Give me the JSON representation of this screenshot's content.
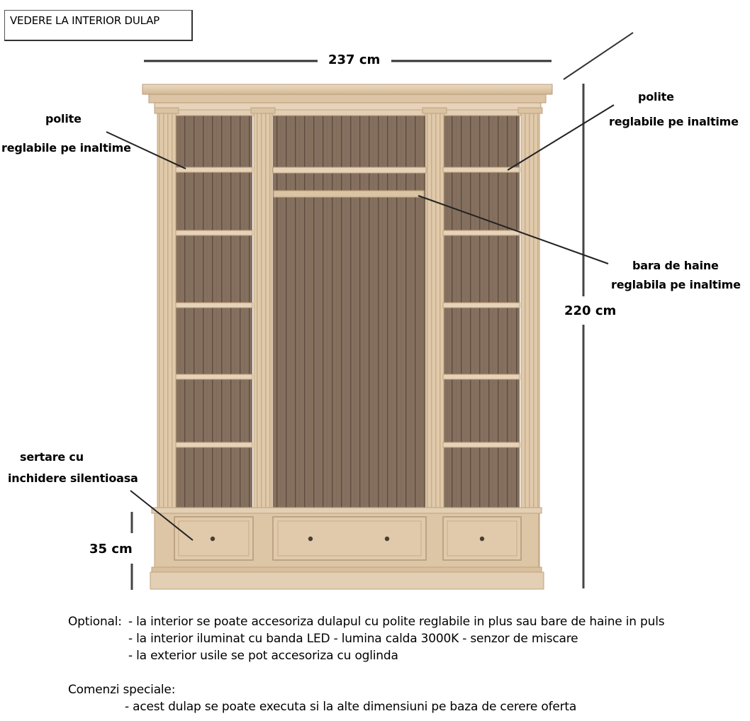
{
  "title": "VEDERE LA INTERIOR DULAP",
  "dimensions": {
    "width": "237 cm",
    "height": "220 cm",
    "base": "35 cm"
  },
  "callouts": {
    "left_shelves_line1": "polite",
    "left_shelves_line2": "reglabile pe inaltime",
    "right_shelves_line1": "polite",
    "right_shelves_line2": "reglabile pe inaltime",
    "rail_line1": "bara de haine",
    "rail_line2": "reglabila pe inaltime",
    "drawers_line1": "sertare cu",
    "drawers_line2": "inchidere silentioasa"
  },
  "optional": {
    "label": "Optional:",
    "items": [
      "- la interior se poate accesoriza dulapul cu polite reglabile in plus sau bare de haine in puls",
      "- la interior iluminat cu banda LED - lumina calda 3000K - senzor de miscare",
      "- la exterior usile se pot accesoriza cu oglinda"
    ]
  },
  "special": {
    "label": "Comenzi speciale:",
    "items": [
      "- acest dulap se poate executa si la alte dimensiuni pe baza de cerere oferta"
    ]
  },
  "colors": {
    "wood_light": "#e3cfb4",
    "wood_mid": "#d4bc9c",
    "wood_edge": "#bfa27e",
    "interior_dark": "#7a6656",
    "interior_panel": "#8a7665",
    "line": "#222222"
  }
}
